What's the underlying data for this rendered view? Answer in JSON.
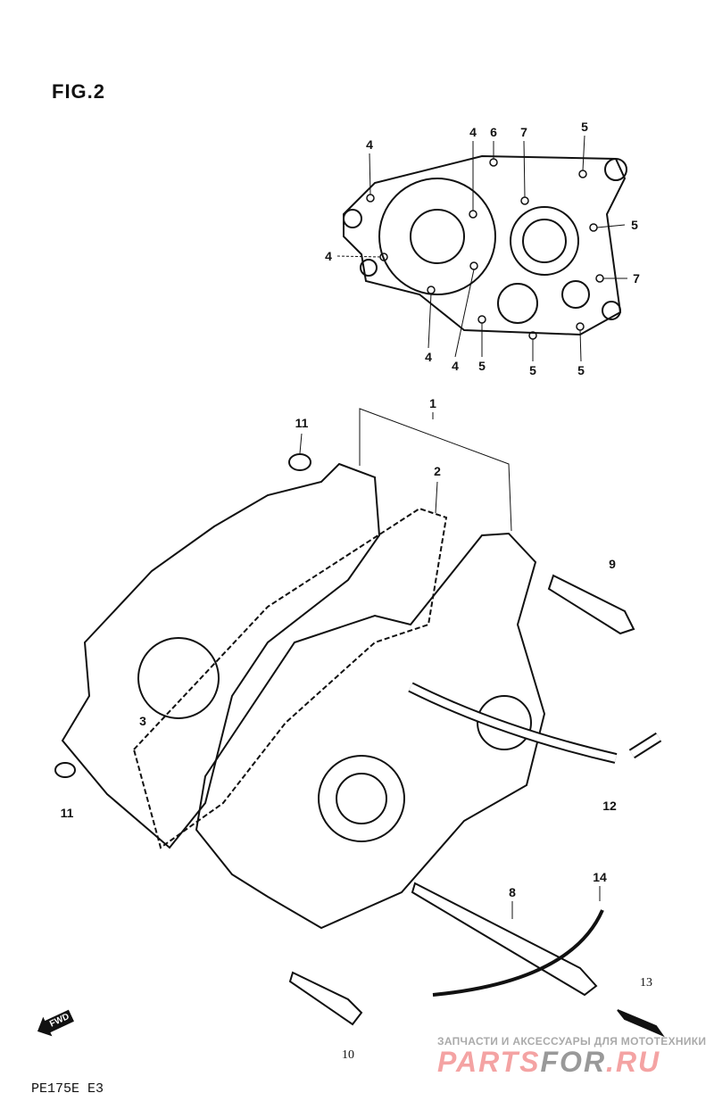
{
  "figure_title": "FIG.2",
  "model_code": "PE175E E3",
  "forward_marker": "FWD",
  "watermark": {
    "subtitle": "ЗАПЧАСТИ И АКСЕССУАРЫ ДЛЯ МОТОТЕХНИКИ",
    "logo_part1": "PARTS",
    "logo_part2": "FOR",
    "logo_part3": ".RU"
  },
  "callouts": [
    {
      "ref": "4"
    },
    {
      "ref": "4"
    },
    {
      "ref": "6"
    },
    {
      "ref": "7"
    },
    {
      "ref": "5"
    },
    {
      "ref": "5"
    },
    {
      "ref": "4"
    },
    {
      "ref": "7"
    },
    {
      "ref": "4"
    },
    {
      "ref": "4"
    },
    {
      "ref": "5"
    },
    {
      "ref": "5"
    },
    {
      "ref": "5"
    },
    {
      "ref": "1"
    },
    {
      "ref": "11"
    },
    {
      "ref": "2"
    },
    {
      "ref": "9"
    },
    {
      "ref": "3"
    },
    {
      "ref": "11"
    },
    {
      "ref": "12"
    },
    {
      "ref": "14"
    },
    {
      "ref": "8"
    },
    {
      "ref": "13"
    },
    {
      "ref": "10"
    }
  ]
}
